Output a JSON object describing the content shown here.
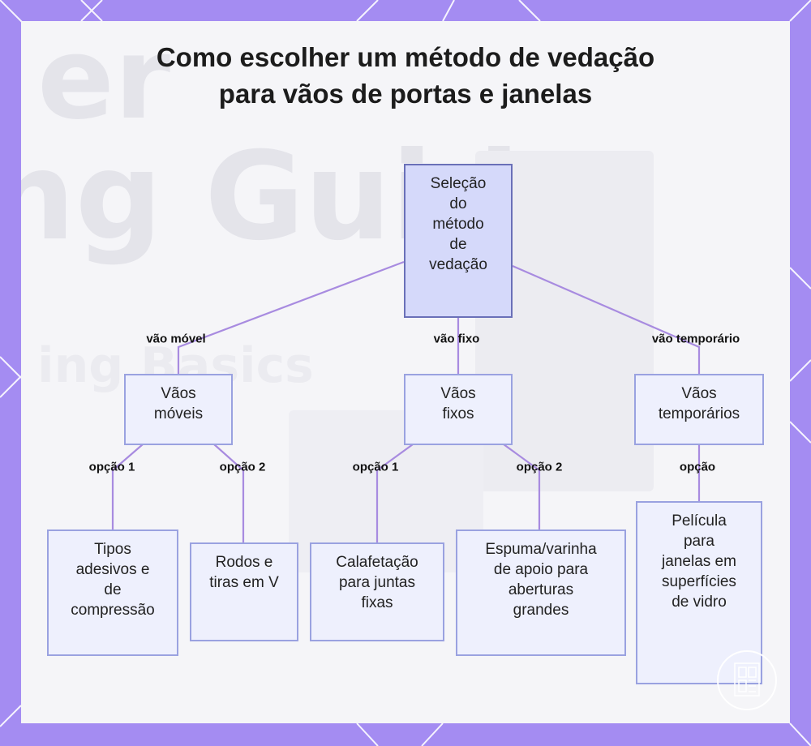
{
  "title": {
    "line1": "Como escolher um método de vedação",
    "line2": "para vãos de portas e janelas"
  },
  "background_text": {
    "line1": "er",
    "line2": "ng Guide",
    "line3": "ing Basics"
  },
  "nodes": {
    "root": "Seleção\ndo\nmétodo\nde\nvedação",
    "moveis": "Vãos\nmóveis",
    "fixos": "Vãos\nfixos",
    "temporarios": "Vãos\ntemporários",
    "adesivos": "Tipos\nadesivos e\nde\ncompressão",
    "rodos": "Rodos e\ntiras em V",
    "calafetacao": "Calafetação\npara juntas\nfixas",
    "espuma": "Espuma/varinha\nde apoio para\naberturas\ngrandes",
    "pelicula": "Película\npara\njanelas em\nsuperfícies\nde vidro"
  },
  "edge_labels": {
    "vao_movel": "vão móvel",
    "vao_fixo": "vão fixo",
    "vao_temporario": "vão temporário",
    "moveis_opcao1": "opção 1",
    "moveis_opcao2": "opção 2",
    "fixos_opcao1": "opção 1",
    "fixos_opcao2": "opção 2",
    "temporarios_opcao": "opção"
  },
  "colors": {
    "frame": "#a48cf2",
    "edge": "#a88be0",
    "node_fill": "#eef0fd",
    "node_border": "#9aa2e0",
    "root_fill": "#d5d9fa",
    "root_border": "#6a70b8"
  },
  "icons": {
    "brand_logo": "logo-icon"
  }
}
